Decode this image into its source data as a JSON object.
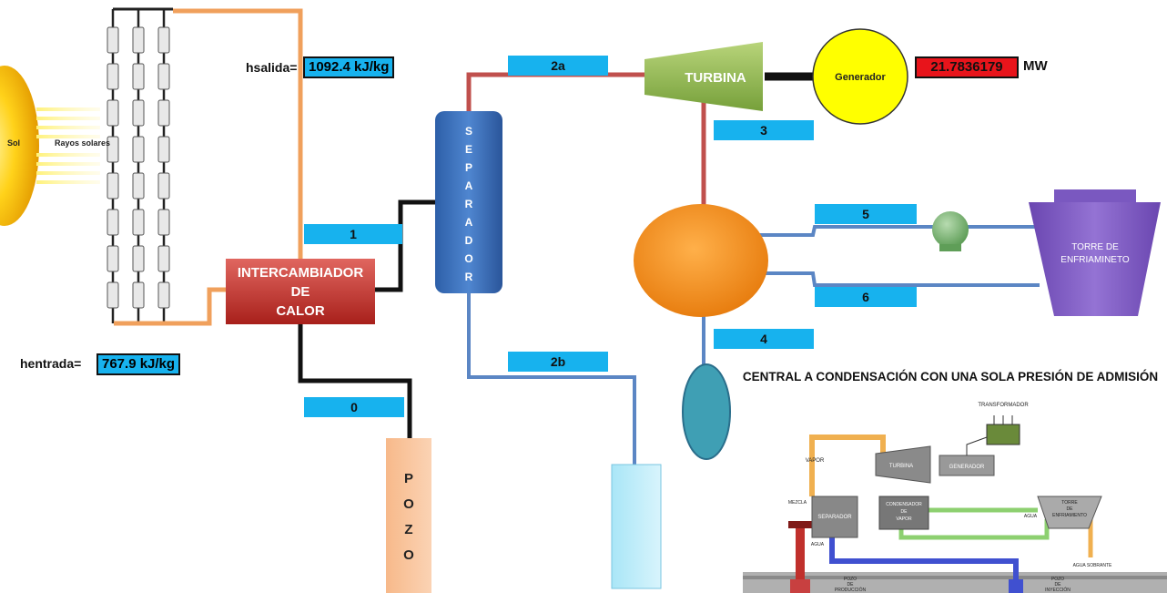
{
  "sun": {
    "label": "Sol",
    "rays_label": "Rayos solares"
  },
  "enthalpy_out": {
    "prefix": "hsalida=",
    "value": "1092.4 kJ/kg"
  },
  "enthalpy_in": {
    "prefix": "hentrada=",
    "value": "767.9 kJ/kg"
  },
  "heat_exchanger": {
    "line1": "INTERCAMBIADOR",
    "line2": "DE",
    "line3": "CALOR"
  },
  "well": {
    "letters": [
      "P",
      "O",
      "Z",
      "O"
    ]
  },
  "separator": {
    "letters": [
      "S",
      "E",
      "P",
      "A",
      "R",
      "A",
      "D",
      "O",
      "R"
    ]
  },
  "turbine": {
    "label": "TURBINA"
  },
  "generator": {
    "label": "Generador",
    "power": "21.7836179",
    "unit": "MW"
  },
  "cooling_tower": {
    "line1": "TORRE DE",
    "line2": "ENFRIAMINETO"
  },
  "streams": {
    "s0": "0",
    "s1": "1",
    "s2a": "2a",
    "s2b": "2b",
    "s3": "3",
    "s4": "4",
    "s5": "5",
    "s6": "6"
  },
  "reference": {
    "title": "CENTRAL A CONDENSACIÓN CON UNA SOLA PRESIÓN DE  ADMISIÓN",
    "transformer": "TRANSFORMADOR",
    "vapor": "VAPOR",
    "turbine": "TURBINA",
    "generator": "GENERADOR",
    "mixture": "MEZCLA",
    "separator": "SEPARADOR",
    "condenser_1": "CONDENSADOR",
    "condenser_2": "DE",
    "condenser_3": "VAPOR",
    "tower_1": "TORRE",
    "tower_2": "DE",
    "tower_3": "ENFRIAMIENTO",
    "water": "AGUA",
    "water2": "AGUA",
    "surplus_water": "AGUA SOBRANTE",
    "prod_well_1": "POZO",
    "prod_well_2": "DE",
    "prod_well_3": "PRODUCCIÓN",
    "inj_well_1": "POZO",
    "inj_well_2": "DE",
    "inj_well_3": "INYECCIÓN"
  },
  "colors": {
    "stream_label": "#17b2ee",
    "power_box": "#e8141b",
    "steam_line": "#c0504d",
    "water_line": "#5b86c4",
    "hot_line": "#f0a05c"
  }
}
